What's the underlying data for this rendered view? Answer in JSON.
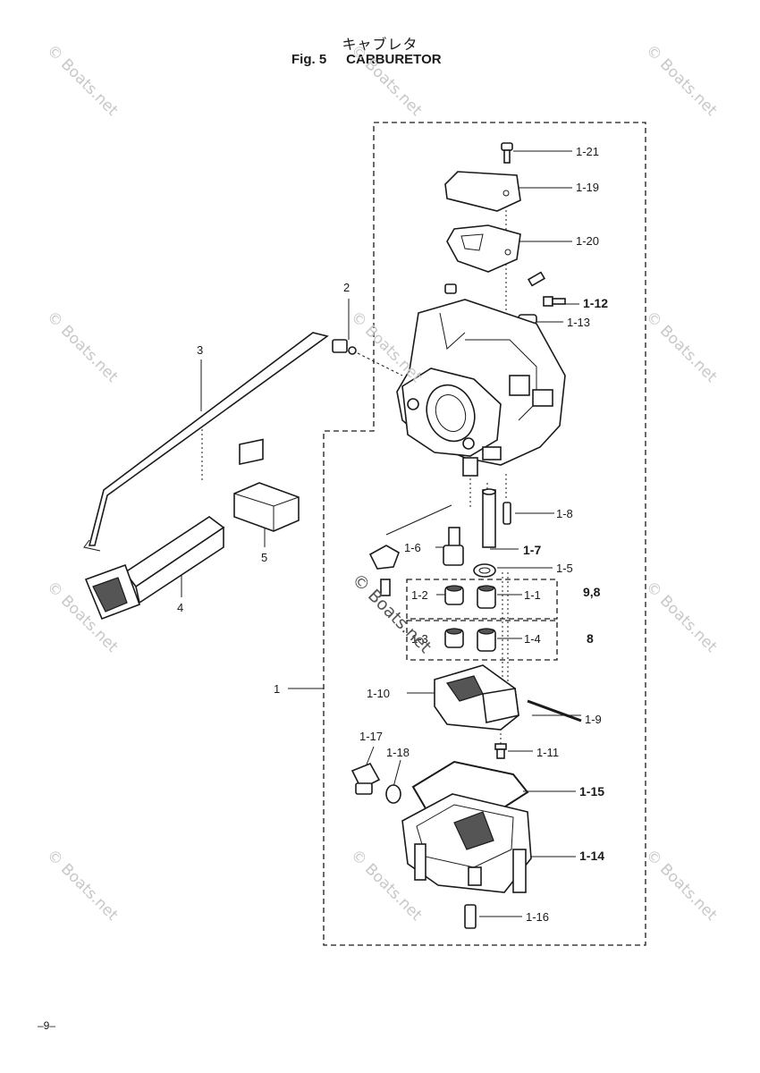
{
  "header": {
    "title_jp": "キャブレタ",
    "fig_label": "Fig. 5",
    "fig_title": "CARBURETOR"
  },
  "page_number": "–9–",
  "watermark": "© Boats.net",
  "callouts": {
    "c1": "1",
    "c2": "2",
    "c3": "3",
    "c4": "4",
    "c5": "5",
    "c1_1": "1-1",
    "c1_2": "1-2",
    "c1_3": "1-3",
    "c1_4": "1-4",
    "c1_5": "1-5",
    "c1_6": "1-6",
    "c1_7": "1-7",
    "c1_8": "1-8",
    "c1_9": "1-9",
    "c1_10": "1-10",
    "c1_11": "1-11",
    "c1_12": "1-12",
    "c1_13": "1-13",
    "c1_14": "1-14",
    "c1_15": "1-15",
    "c1_16": "1-16",
    "c1_17": "1-17",
    "c1_18": "1-18",
    "c1_19": "1-19",
    "c1_20": "1-20",
    "c1_21": "1-21",
    "c9_8": "9,8",
    "c8": "8"
  }
}
